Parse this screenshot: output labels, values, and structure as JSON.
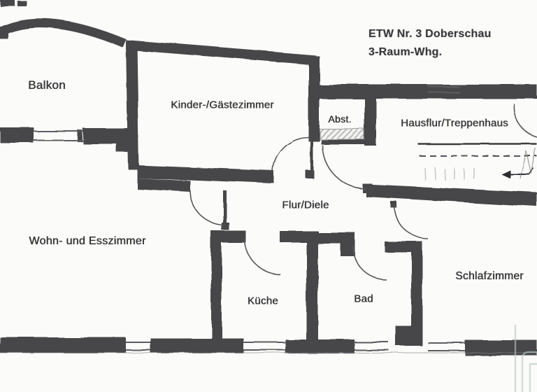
{
  "header": {
    "title_line1": "ETW Nr. 3 Doberschau",
    "title_line2": "3-Raum-Whg."
  },
  "rooms": {
    "balkon": "Balkon",
    "kinder_gaestezimmer": "Kinder-/Gästezimmer",
    "abstellraum": "Abst.",
    "hausflur_treppenhaus": "Hausflur/Treppenhaus",
    "flur_diele": "Flur/Diele",
    "wohn_esszimmer": "Wohn- und Esszimmer",
    "kueche": "Küche",
    "bad": "Bad",
    "schlafzimmer": "Schlafzimmer"
  },
  "colors": {
    "wall": "#46464a",
    "label": "#333335",
    "background": "#fbfbf9",
    "window_line": "#5c5c60",
    "watermark": "#b9c9c5"
  }
}
